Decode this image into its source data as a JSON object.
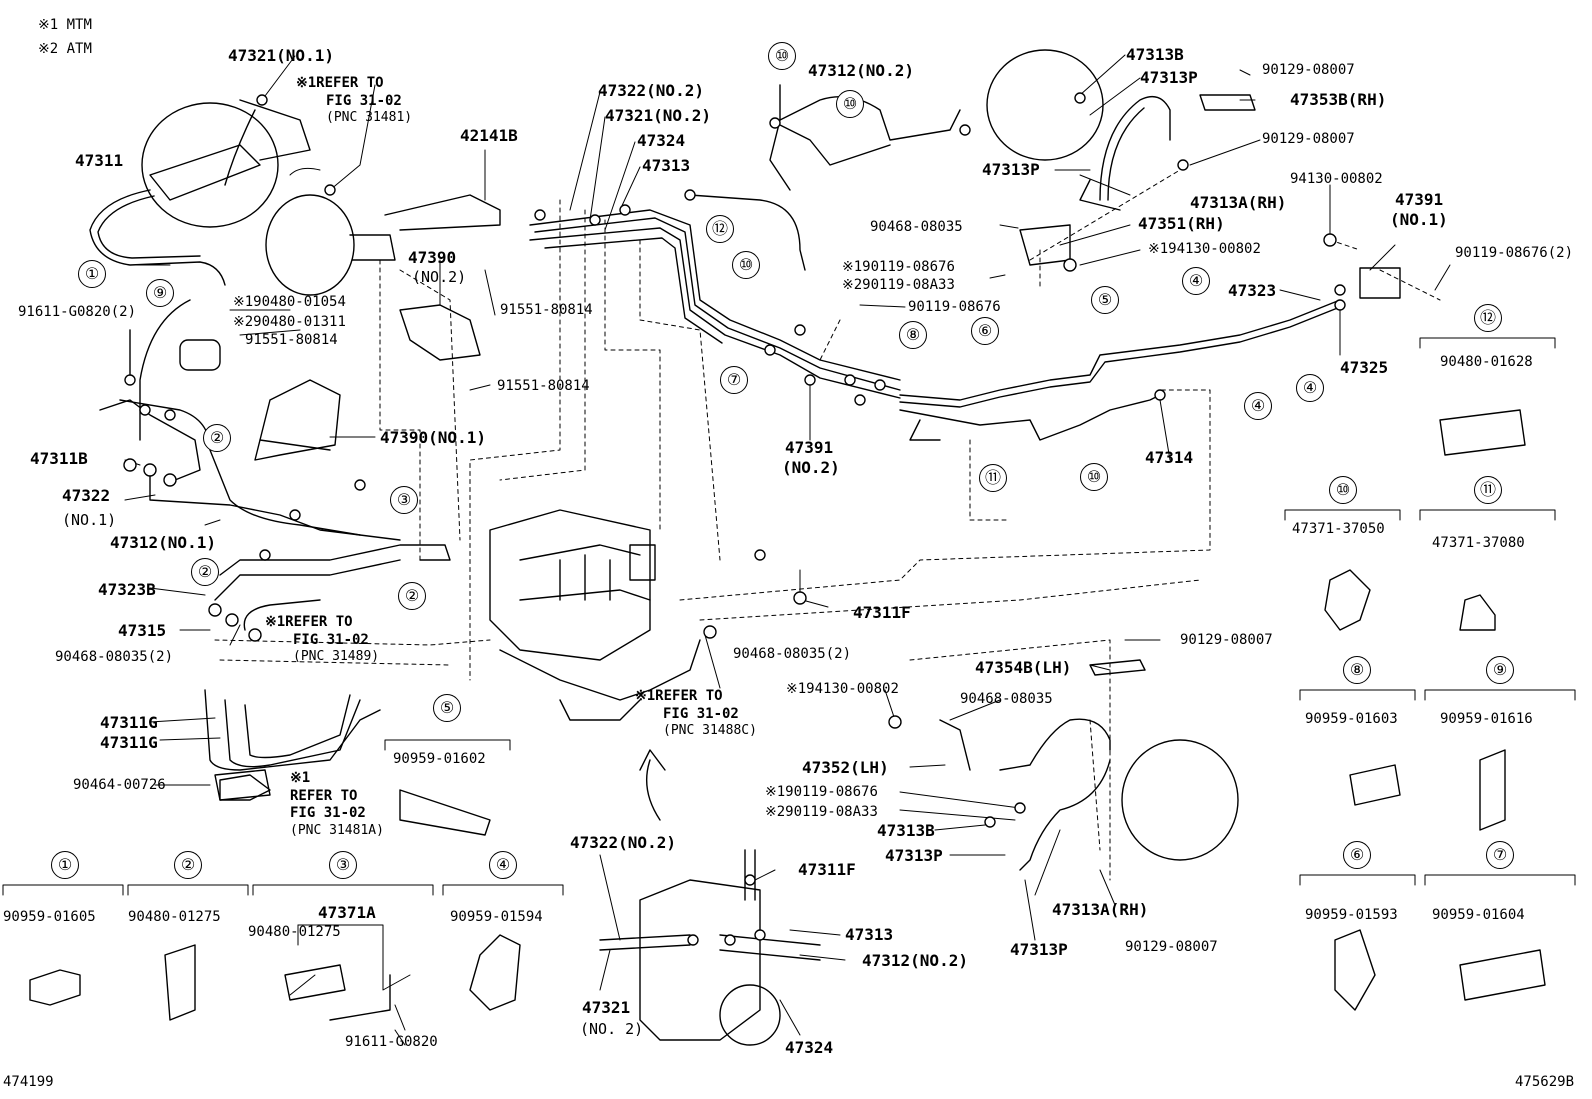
{
  "notes": {
    "mtm": "※1 MTM",
    "atm": "※2 ATM"
  },
  "diagram_ids": {
    "left": "474199",
    "right": "475629B"
  },
  "refer": {
    "r1": {
      "line1": "※1REFER TO",
      "line2": "FIG 31-02",
      "pnc": "(PNC 31481)"
    },
    "r2": {
      "line1": "※1REFER TO",
      "line2": "FIG 31-02",
      "pnc": "(PNC 31489)"
    },
    "r3": {
      "line1": "※1",
      "line2": "REFER TO",
      "line3": "FIG 31-02",
      "pnc": "(PNC 31481A)"
    },
    "r4": {
      "line1": "※1REFER TO",
      "line2": "FIG 31-02",
      "pnc": "(PNC 31488C)"
    }
  },
  "labels": {
    "l47321no1": "47321(NO.1)",
    "l47311": "47311",
    "l42141b": "42141B",
    "l47390no2a": "47390",
    "l47390no2b": "(NO.2)",
    "l91611g0820_2": "91611-G0820(2)",
    "l190480": "※190480-01054",
    "l290480": "※290480-01311",
    "l91551a": "91551-80814",
    "l91551b": "91551-80814",
    "l91551c": "91551-80814",
    "l47390no1": "47390(NO.1)",
    "l47311b": "47311B",
    "l47322no1a": "47322",
    "l47322no1b": "(NO.1)",
    "l47312no1": "47312(NO.1)",
    "l47323b": "47323B",
    "l47315": "47315",
    "l90468_08035_2a": "90468-08035(2)",
    "l47311g1": "47311G",
    "l47311g2": "47311G",
    "l90464": "90464-00726",
    "l47322no2top": "47322(NO.2)",
    "l47321no2top": "47321(NO.2)",
    "l47324top": "47324",
    "l47313top": "47313",
    "l47312no2top": "47312(NO.2)",
    "l47313b_top": "47313B",
    "l47313p_top": "47313P",
    "l90129a": "90129-08007",
    "l47353b": "47353B(RH)",
    "l90129b": "90129-08007",
    "l47313p_mid": "47313P",
    "l47313a_rh_top": "47313A(RH)",
    "l94130": "94130-00802",
    "l47391no1a": "47391",
    "l47391no1b": "(NO.1)",
    "l90468_08035_top": "90468-08035",
    "l47351": "47351(RH)",
    "l194130_top": "※194130-00802",
    "l190119_top": "※190119-08676",
    "l290119_top": "※290119-08A33",
    "l90119_2": "90119-08676(2)",
    "l90119_top": "90119-08676",
    "l47323": "47323",
    "l47325": "47325",
    "l47391no2a": "47391",
    "l47391no2b": "(NO.2)",
    "l47314": "47314",
    "l47311f_mid": "47311F",
    "l90468_08035_2b": "90468-08035(2)",
    "l90129c": "90129-08007",
    "l47354b": "47354B(LH)",
    "l194130_bot": "※194130-00802",
    "l90468_08035_bot": "90468-08035",
    "l47352": "47352(LH)",
    "l190119_bot": "※190119-08676",
    "l290119_bot": "※290119-08A33",
    "l47313b_bot": "47313B",
    "l47313p_bot1": "47313P",
    "l47313a_rh_bot": "47313A(RH)",
    "l47313p_bot2": "47313P",
    "l90129d": "90129-08007",
    "l47322no2bot": "47322(NO.2)",
    "l47311f_bot": "47311F",
    "l47313bot": "47313",
    "l47312no2bot": "47312(NO.2)",
    "l47321no2bot_a": "47321",
    "l47321no2bot_b": "(NO. 2)",
    "l47324bot": "47324",
    "l47371a": "47371A",
    "l90480_01275_in": "90480-01275",
    "l91611g0820": "91611-G0820"
  },
  "clip_keys": [
    {
      "num": "①",
      "part": "90959-01605"
    },
    {
      "num": "②",
      "part": "90480-01275"
    },
    {
      "num": "③",
      "part": "47371A"
    },
    {
      "num": "④",
      "part": "90959-01594"
    },
    {
      "num": "⑤",
      "part": "90959-01602"
    },
    {
      "num": "⑥",
      "part": "90959-01593"
    },
    {
      "num": "⑦",
      "part": "90959-01604"
    },
    {
      "num": "⑧",
      "part": "90959-01603"
    },
    {
      "num": "⑨",
      "part": "90959-01616"
    },
    {
      "num": "⑩",
      "part": "47371-37050"
    },
    {
      "num": "⑪",
      "part": "47371-37080"
    },
    {
      "num": "⑫",
      "part": "90480-01628"
    }
  ],
  "callouts": {
    "c1": "①",
    "c2a": "②",
    "c2b": "②",
    "c2c": "②",
    "c3": "③",
    "c4a": "④",
    "c4b": "④",
    "c4c": "④",
    "c5": "⑤",
    "c6": "⑥",
    "c7": "⑦",
    "c8": "⑧",
    "c9": "⑨",
    "c10a": "⑩",
    "c10b": "⑩",
    "c10c": "⑩",
    "c10d": "⑩",
    "c11": "⑪",
    "c12": "⑫"
  }
}
